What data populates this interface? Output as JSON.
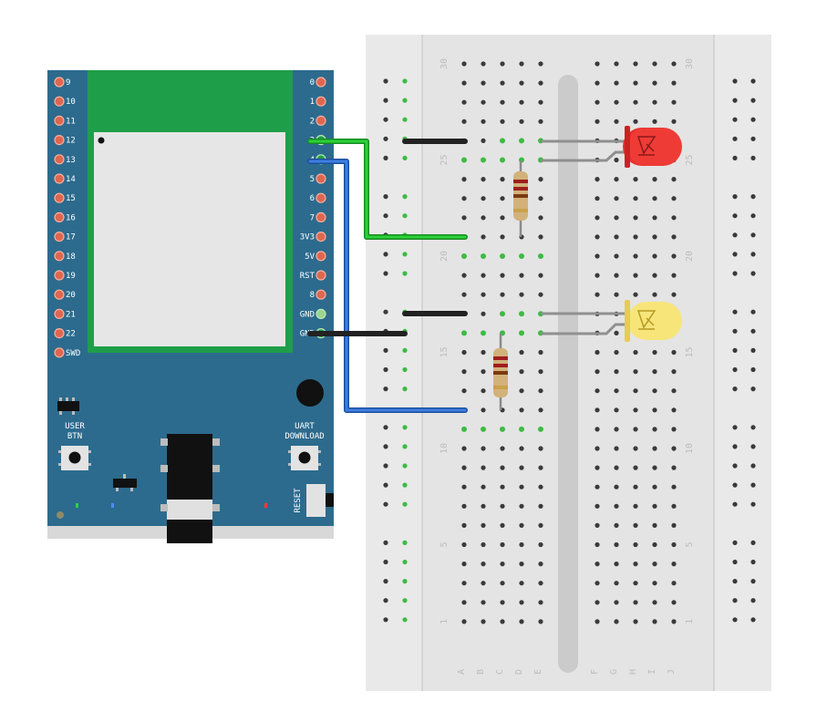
{
  "colors": {
    "board": "#2c6b8e",
    "module": "#1f9e49",
    "breadboard": "#e8e8e8",
    "wire_green": "#1fb82b",
    "wire_blue": "#2e6bd0",
    "wire_black": "#222222",
    "led_red": "#e8322f",
    "led_yellow": "#f5e36a"
  },
  "board": {
    "left_pins": [
      "9",
      "10",
      "11",
      "12",
      "13",
      "14",
      "15",
      "16",
      "17",
      "18",
      "19",
      "20",
      "21",
      "22",
      "SWD"
    ],
    "right_pins": [
      "0",
      "1",
      "2",
      "3",
      "4",
      "5",
      "6",
      "7",
      "3V3",
      "5V",
      "RST",
      "8",
      "GND",
      "GND"
    ],
    "user_btn_label": [
      "USER",
      "BTN"
    ],
    "uart_label": [
      "UART",
      "DOWNLOAD"
    ],
    "reset_label": "RESET"
  },
  "breadboard": {
    "row_numbers": [
      "30",
      "25",
      "20",
      "15",
      "10",
      "5",
      "1"
    ],
    "columns_left": [
      "A",
      "B",
      "C",
      "D",
      "E"
    ],
    "columns_right": [
      "F",
      "G",
      "H",
      "I",
      "J"
    ]
  },
  "circuit": {
    "components": [
      {
        "type": "led",
        "color": "red"
      },
      {
        "type": "led",
        "color": "yellow"
      },
      {
        "type": "resistor"
      },
      {
        "type": "resistor"
      }
    ],
    "wires": [
      {
        "from": "3",
        "color": "green"
      },
      {
        "from": "4",
        "color": "blue"
      },
      {
        "from": "GND",
        "color": "black"
      }
    ]
  }
}
